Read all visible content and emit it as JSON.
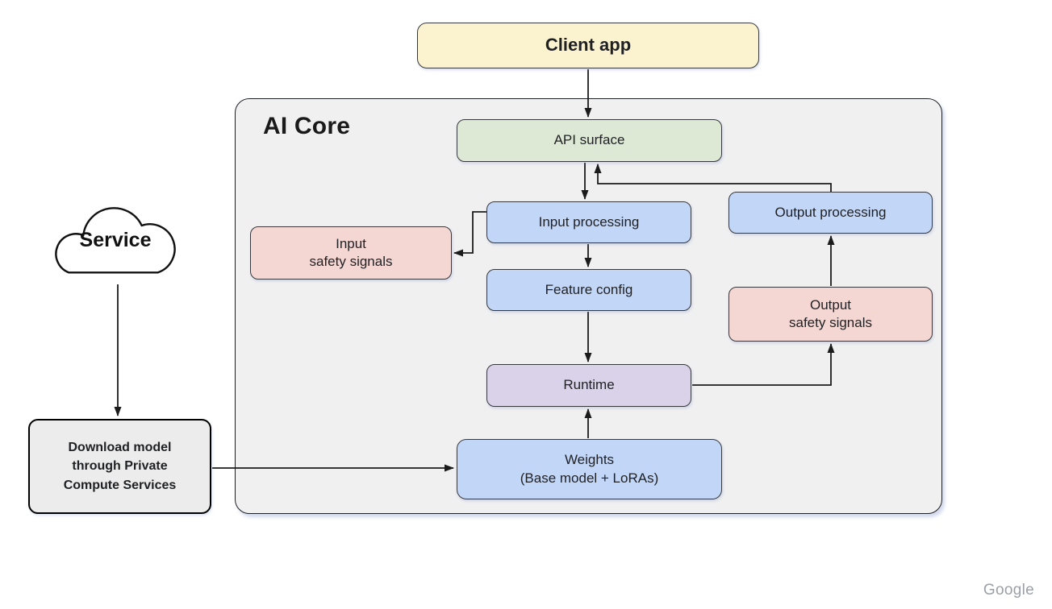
{
  "diagram": {
    "client_app": {
      "label": "Client app"
    },
    "ai_core": {
      "title": "AI Core",
      "api_surface": {
        "label": "API surface"
      },
      "input_processing": {
        "label": "Input processing"
      },
      "input_safety_signals": {
        "line1": "Input",
        "line2": "safety signals"
      },
      "feature_config": {
        "label": "Feature config"
      },
      "output_processing": {
        "label": "Output processing"
      },
      "output_safety_signals": {
        "line1": "Output",
        "line2": "safety signals"
      },
      "runtime": {
        "label": "Runtime"
      },
      "weights": {
        "line1": "Weights",
        "line2": "(Base model + LoRAs)"
      }
    },
    "service": {
      "label": "Service"
    },
    "download_model": {
      "line1": "Download model",
      "line2": "through Private",
      "line3": "Compute Services"
    }
  },
  "footer": {
    "brand": "Google"
  },
  "palette": {
    "client_app_yellow": "#FBF2CF",
    "api_surface_green": "#DDE9D5",
    "process_blue": "#C2D6F8",
    "safety_pink": "#F4D6D3",
    "runtime_purple": "#D9D2E9",
    "container_gray": "#F0F0F1",
    "download_box_gray": "#ECECEC",
    "border_dark": "#38393C",
    "arrow_black": "#1B1B1B",
    "logo_gray": "#9AA0A6"
  }
}
